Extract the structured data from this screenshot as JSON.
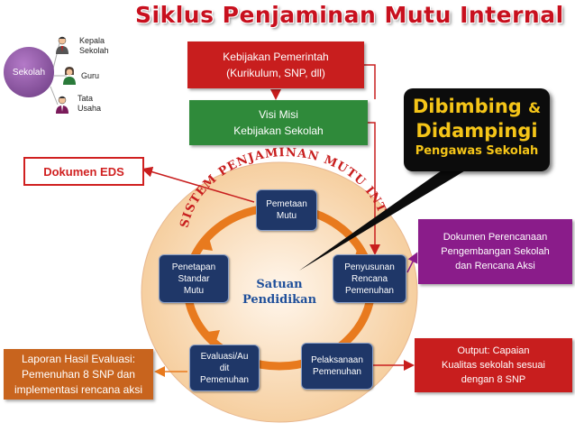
{
  "title": "Siklus Penjaminan Mutu Internal",
  "sekolah": {
    "label": "Sekolah",
    "people": [
      {
        "label": "Kepala Sekolah"
      },
      {
        "label": "Guru"
      },
      {
        "label": "Tata Usaha"
      }
    ]
  },
  "kebijakan_pemerintah": {
    "line1": "Kebijakan Pemerintah",
    "line2": "(Kurikulum, SNP, dll)"
  },
  "visi_misi": {
    "line1": "Visi Misi",
    "line2": "Kebijakan Sekolah"
  },
  "dibimbing": {
    "line1": "Dibimbing",
    "amp": "&",
    "line2": "Didampingi",
    "line3": "Pengawas Sekolah"
  },
  "dokumen_eds": "Dokumen EDS",
  "arc_text": "SISTEM PENJAMINAN MUTU INTERNAL",
  "center": {
    "line1": "Satuan",
    "line2": "Pendidikan"
  },
  "cycle_steps": {
    "pemetaan": {
      "line1": "Pemetaan",
      "line2": "Mutu"
    },
    "penetapan": {
      "line1": "Penetapan",
      "line2": "Standar",
      "line3": "Mutu"
    },
    "penyusunan": {
      "line1": "Penyusunan",
      "line2": "Rencana",
      "line3": "Pemenuhan"
    },
    "evaluasi": {
      "line1": "Evaluasi/Au",
      "line2": "dit",
      "line3": "Pemenuhan"
    },
    "pelaksanaan": {
      "line1": "Pelaksanaan",
      "line2": "Pemenuhan"
    }
  },
  "dokumen_perencanaan": {
    "line1": "Dokumen Perencanaan",
    "line2": "Pengembangan Sekolah",
    "line3": "dan Rencana Aksi"
  },
  "laporan": {
    "line1": "Laporan Hasil Evaluasi:",
    "line2": "Pemenuhan 8 SNP dan",
    "line3": "implementasi rencana aksi"
  },
  "output": {
    "line1": "Output: Capaian",
    "line2": "Kualitas sekolah sesuai",
    "line3": "dengan 8 SNP"
  },
  "colors": {
    "title_red": "#c8101e",
    "policy_red": "#c81e1e",
    "vision_green": "#2f8a3a",
    "cycle_orange": "#e87a1e",
    "circle_fill": "#fbe3c6",
    "step_navy": "#1f3768",
    "purple": "#8a1c8a",
    "report_orange": "#c8641e",
    "arc_text_red": "#c81e1e",
    "center_text_blue": "#1f4f9a",
    "dibimbing_yellow": "#f5c518"
  }
}
